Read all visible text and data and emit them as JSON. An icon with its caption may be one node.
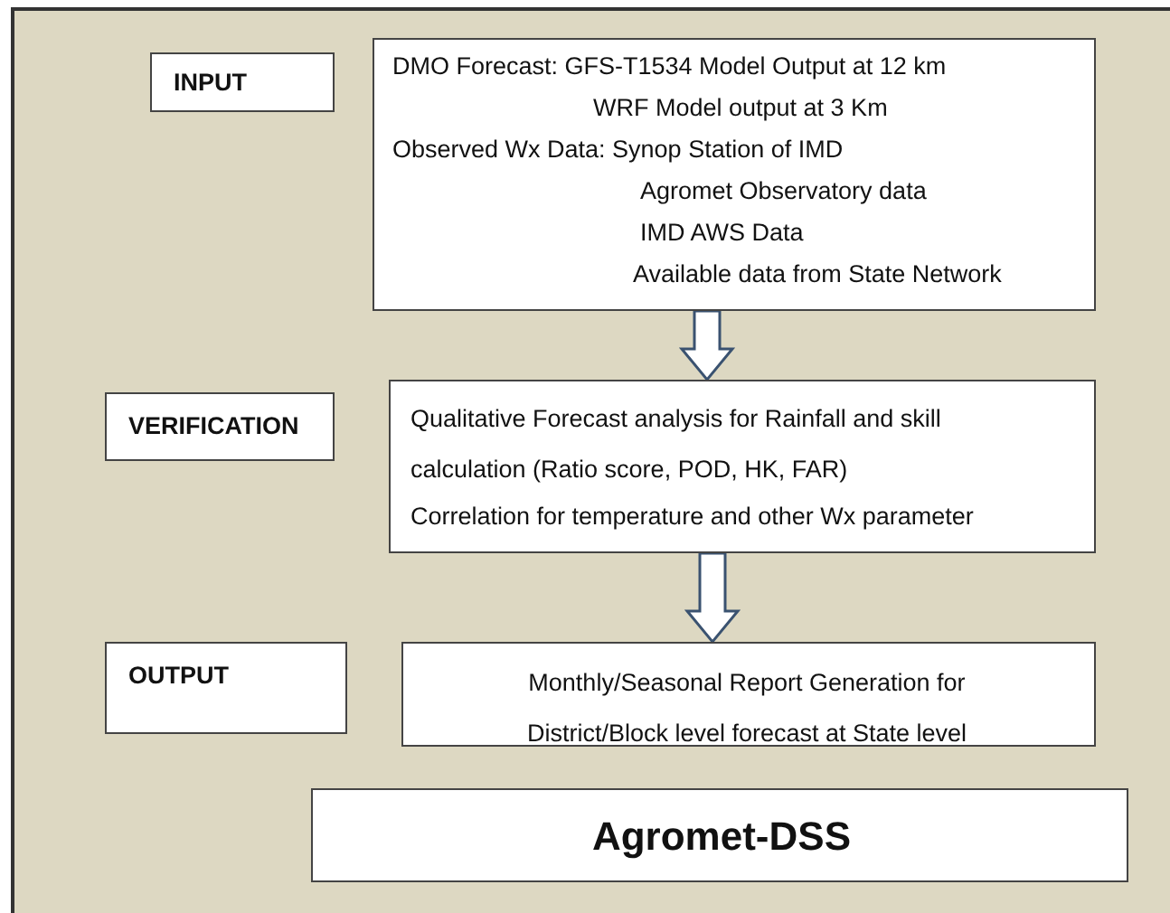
{
  "diagram": {
    "nodes": [
      {
        "text": [
          "INPUT"
        ]
      },
      {
        "text": [
          "DMO Forecast: GFS-T1534 Model Output at 12 km",
          "WRF Model output at 3 Km",
          "Observed Wx Data: Synop Station of IMD",
          "Agromet Observatory data",
          "IMD AWS Data",
          "Available data from State Network"
        ]
      },
      {
        "text": [
          "VERIFICATION"
        ]
      },
      {
        "text": [
          "Qualitative Forecast analysis for Rainfall and skill calculation (Ratio score, POD, HK, FAR)",
          "Correlation for temperature and other Wx parameter"
        ]
      },
      {
        "text": [
          "OUTPUT"
        ]
      },
      {
        "text": [
          "Monthly/Seasonal Report Generation for District/Block level forecast at State level"
        ]
      },
      {
        "text": [
          "Agromet-DSS"
        ]
      }
    ],
    "edges": [
      {
        "from": 1,
        "to": 3,
        "arrow": "to"
      },
      {
        "from": 3,
        "to": 5,
        "arrow": "to"
      }
    ]
  }
}
